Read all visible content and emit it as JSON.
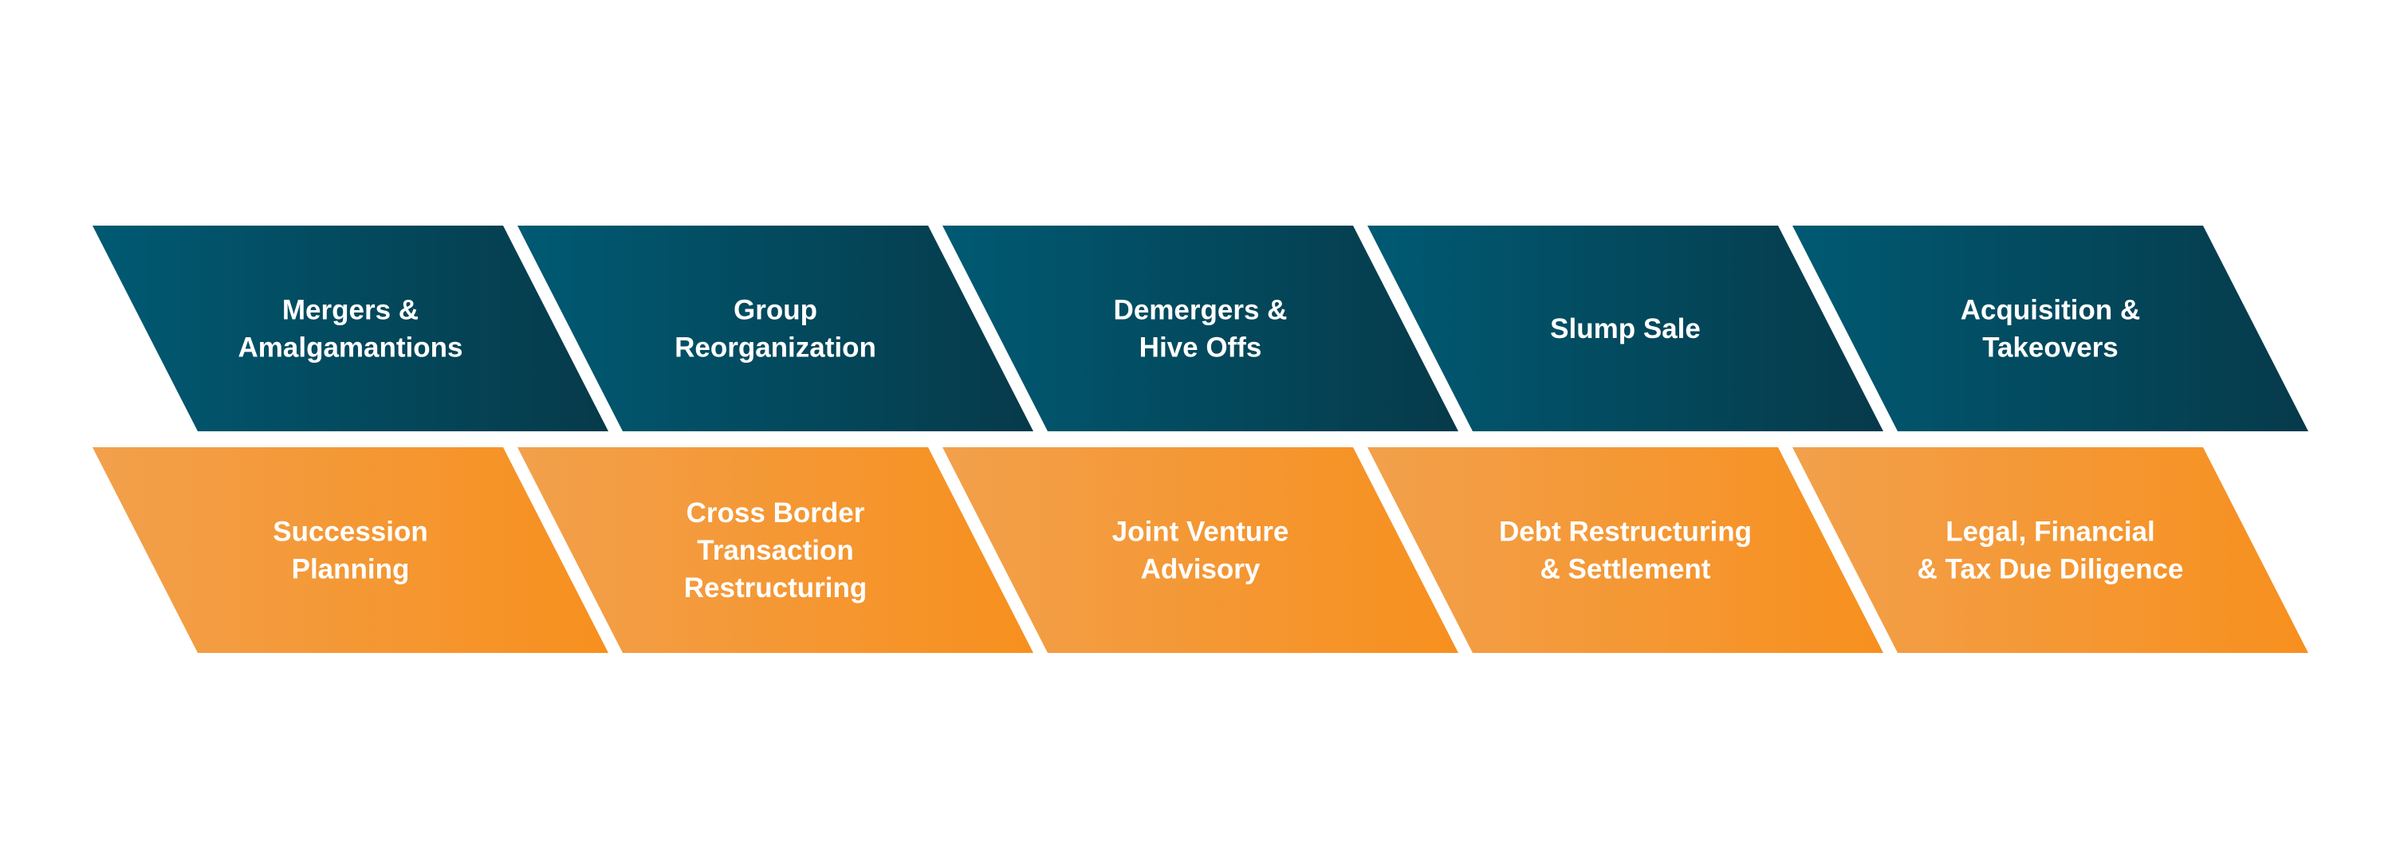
{
  "colors": {
    "background": "#ffffff",
    "top_row_gradient": [
      "#005a73",
      "#063a4a"
    ],
    "bottom_row_gradient": [
      "#f2a04c",
      "#f7901e"
    ],
    "label": "#ffffff"
  },
  "services": {
    "top_row": [
      {
        "lines": [
          "Mergers &",
          "Amalgamantions"
        ]
      },
      {
        "lines": [
          "Group",
          "Reorganization"
        ]
      },
      {
        "lines": [
          "Demergers &",
          "Hive Offs"
        ]
      },
      {
        "lines": [
          "Slump Sale"
        ]
      },
      {
        "lines": [
          "Acquisition &",
          "Takeovers"
        ]
      }
    ],
    "bottom_row": [
      {
        "lines": [
          "Succession",
          "Planning"
        ]
      },
      {
        "lines": [
          "Cross Border",
          "Transaction",
          "Restructuring"
        ]
      },
      {
        "lines": [
          "Joint Venture",
          "Advisory"
        ]
      },
      {
        "lines": [
          "Debt Restructuring",
          "& Settlement"
        ]
      },
      {
        "lines": [
          "Legal, Financial",
          "& Tax Due Diligence"
        ]
      }
    ]
  }
}
